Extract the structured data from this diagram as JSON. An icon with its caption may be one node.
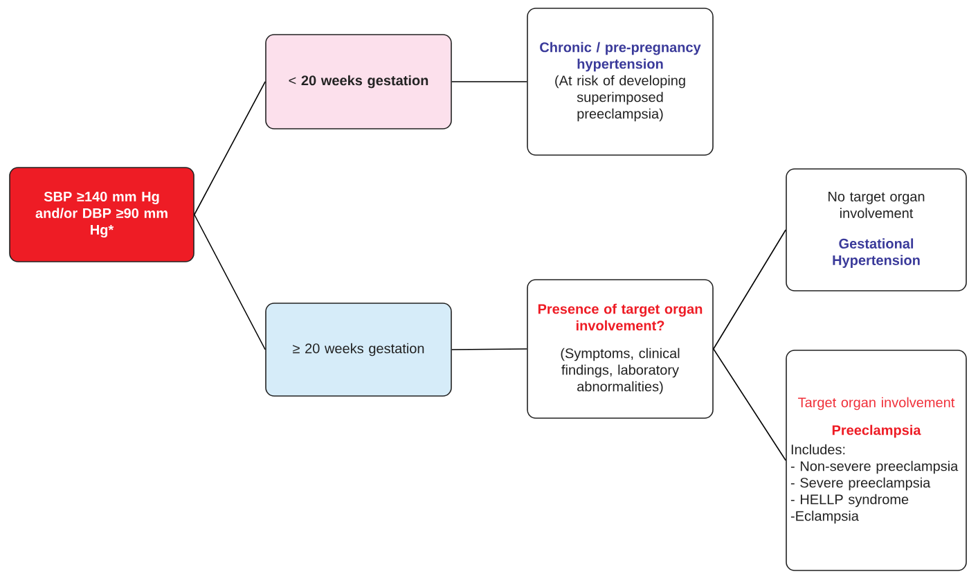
{
  "diagram": {
    "nodes": [
      {
        "text": [
          "SBP ≥140 mm Hg and/or DBP ≥90 mm Hg*"
        ]
      },
      {
        "text": [
          "< **20 weeks gestation**"
        ]
      },
      {
        "text": [
          "≥ 20 weeks gestation"
        ]
      },
      {
        "text": [
          "Chronic / pre-pregnancy hypertension",
          "(At risk of developing superimposed preeclampsia)"
        ]
      },
      {
        "text": [
          "Presence of target organ involvement?",
          "(Symptoms, clinical findings, laboratory abnormalities)"
        ]
      },
      {
        "text": [
          "No target organ involvement",
          "Gestational Hypertension"
        ]
      },
      {
        "text": [
          "Target organ involvement",
          "Preeclampsia",
          "Includes:",
          "- Non-severe preeclampsia",
          "- Severe preeclampsia",
          "- HELLP syndrome",
          "-Eclampsia"
        ]
      }
    ],
    "edges": [
      {
        "from": 0,
        "to": 1,
        "arrow": "none"
      },
      {
        "from": 0,
        "to": 2,
        "arrow": "none"
      },
      {
        "from": 1,
        "to": 3,
        "arrow": "none"
      },
      {
        "from": 2,
        "to": 4,
        "arrow": "none"
      },
      {
        "from": 4,
        "to": 5,
        "arrow": "none"
      },
      {
        "from": 4,
        "to": 6,
        "arrow": "none"
      }
    ]
  }
}
